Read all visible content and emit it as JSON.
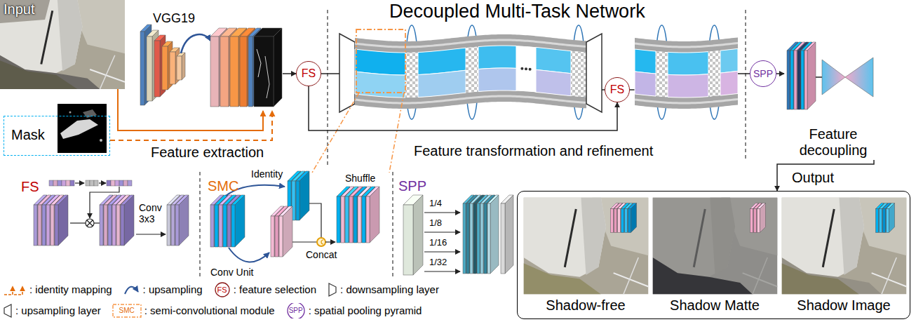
{
  "diagram": {
    "title": "Decoupled Multi-Task Network",
    "nodes": [
      {
        "text": [
          "Input"
        ]
      },
      {
        "text": [
          "Mask"
        ]
      },
      {
        "text": [
          "VGG19"
        ]
      },
      {
        "text": [
          "FS"
        ]
      },
      {
        "text": [
          "FS"
        ]
      },
      {
        "text": [
          "SPP"
        ]
      },
      {
        "text": [
          "Feature decoupling"
        ]
      },
      {
        "text": [
          "Output"
        ]
      },
      {
        "text": [
          "Shadow-free"
        ],
        "in": 7
      },
      {
        "text": [
          "Shadow Matte"
        ],
        "in": 7
      },
      {
        "text": [
          "Shadow Image"
        ],
        "in": 7
      }
    ],
    "edges": [
      {
        "from": 0,
        "to": 2,
        "arrow": "to"
      },
      {
        "from": 1,
        "to": 2,
        "arrow": "to"
      },
      {
        "from": 2,
        "to": 3,
        "arrow": "to"
      },
      {
        "from": 3,
        "to": 4,
        "arrow": "to"
      },
      {
        "from": 5,
        "to": 6,
        "arrow": "to"
      },
      {
        "from": 6,
        "to": 7,
        "arrow": "to"
      }
    ],
    "labels": [
      "Feature extraction",
      "Feature transformation and refinement",
      "FS",
      "Conv 3x3",
      "SMC",
      "Identity",
      "Shuffle",
      "Concat",
      "Conv Unit",
      "SPP",
      "1/4",
      "1/8",
      "1/16",
      "1/32",
      "FS",
      "SMC",
      "SPP"
    ],
    "legend": [
      {
        "text": ": identity mapping"
      },
      {
        "text": ": upsampling"
      },
      {
        "text": ": feature selection"
      },
      {
        "text": ": downsampling layer"
      },
      {
        "text": ": upsampling layer"
      },
      {
        "text": ": semi-convolutional module"
      },
      {
        "text": ": spatial pooling pyramid"
      }
    ]
  }
}
